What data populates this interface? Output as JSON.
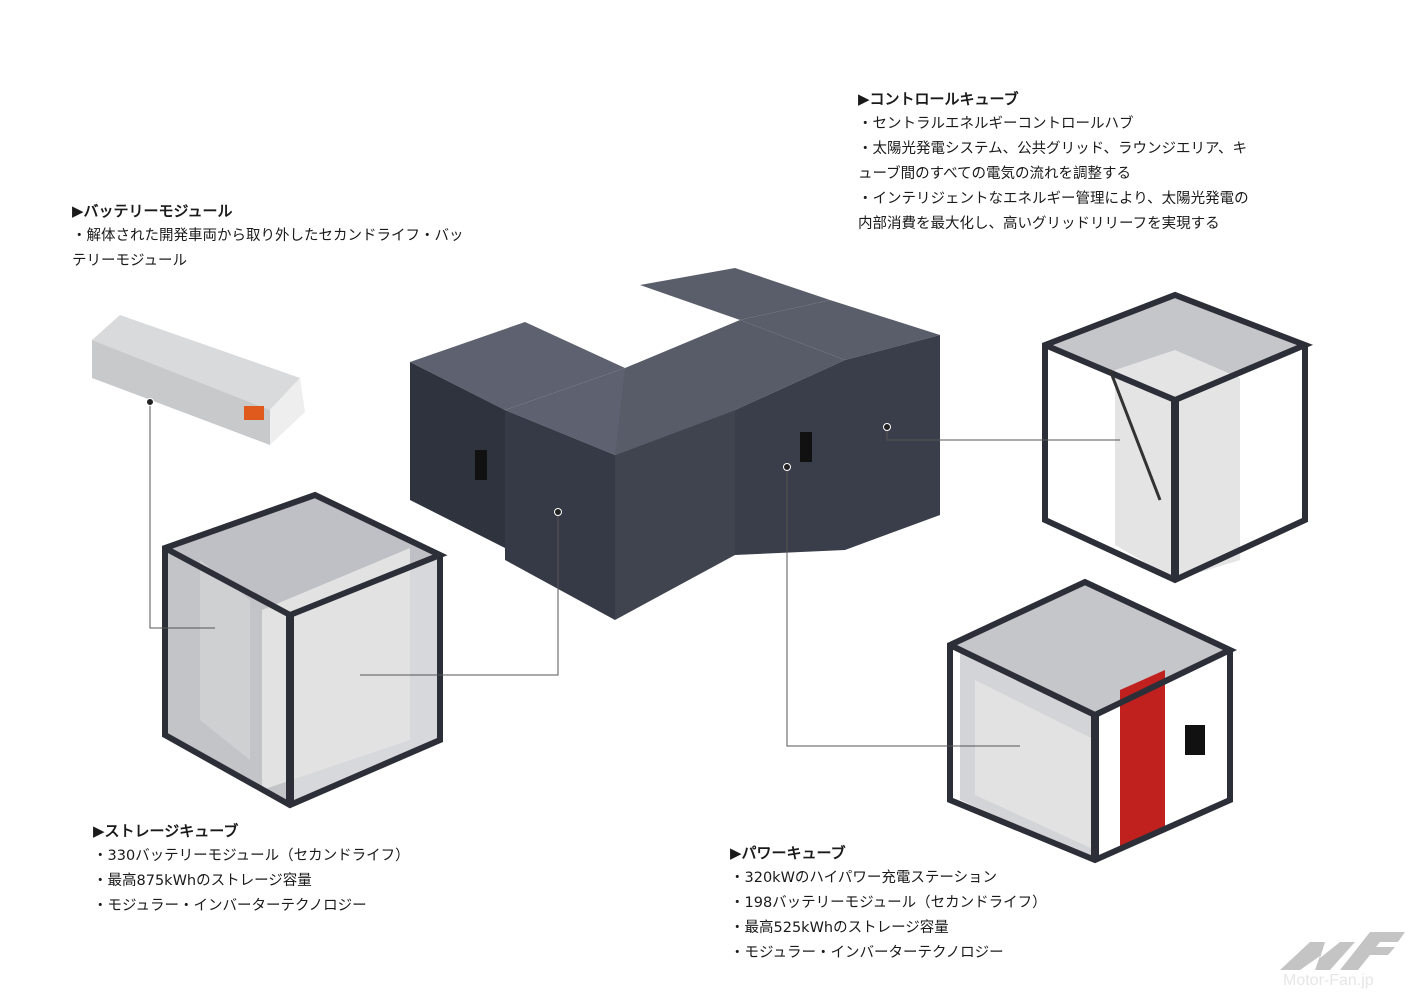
{
  "battery_module": {
    "title": "▶バッテリーモジュール",
    "lines": [
      "・解体された開発車両から取り外したセカンドライフ・バッ",
      "テリーモジュール"
    ]
  },
  "control_cube": {
    "title": "▶コントロールキューブ",
    "lines": [
      "・セントラルエネルギーコントロールハブ",
      "・太陽光発電システム、公共グリッド、ラウンジエリア、キ",
      "ューブ間のすべての電気の流れを調整する",
      "・インテリジェントなエネルギー管理により、太陽光発電の",
      "内部消費を最大化し、高いグリッドリリーフを実現する"
    ]
  },
  "storage_cube": {
    "title": "▶ストレージキューブ",
    "lines": [
      "・330バッテリーモジュール（セカンドライフ）",
      "・最高875kWhのストレージ容量",
      "・モジュラー・インバーターテクノロジー"
    ]
  },
  "power_cube": {
    "title": "▶パワーキューブ",
    "lines": [
      "・320kWのハイパワー充電ステーション",
      "・198バッテリーモジュール（セカンドライフ）",
      "・最高525kWhのストレージ容量",
      "・モジュラー・インバーターテクノロジー"
    ]
  },
  "watermark": {
    "text": "Motor-Fan.jp"
  },
  "colors": {
    "cube": "#3d4150",
    "cube_top": "#5a5e6b",
    "frame": "#2c2f38",
    "module": "#e6e6e6",
    "inverter": "#c0201e"
  }
}
